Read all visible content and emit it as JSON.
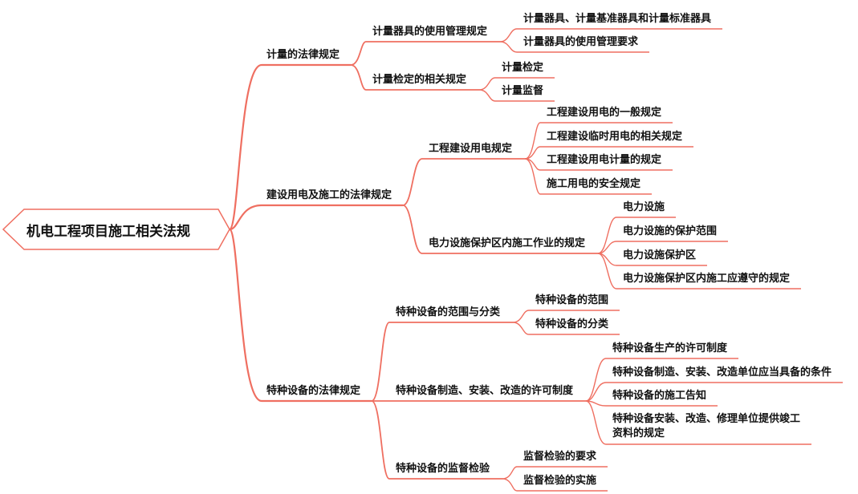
{
  "mindmap": {
    "root": "机电工程项目施工相关法规",
    "line_color": "#ef6f61",
    "branches": [
      {
        "label": "计量的法律规定",
        "children": [
          {
            "label": "计量器具的使用管理规定",
            "children": [
              "计量器具、计量基准器具和计量标准器具",
              "计量器具的使用管理要求"
            ]
          },
          {
            "label": "计量检定的相关规定",
            "children": [
              "计量检定",
              "计量监督"
            ]
          }
        ]
      },
      {
        "label": "建设用电及施工的法律规定",
        "children": [
          {
            "label": "工程建设用电规定",
            "children": [
              "工程建设用电的一般规定",
              "工程建设临时用电的相关规定",
              "工程建设用电计量的规定",
              "施工用电的安全规定"
            ]
          },
          {
            "label": "电力设施保护区内施工作业的规定",
            "children": [
              "电力设施",
              "电力设施的保护范围",
              "电力设施保护区",
              "电力设施保护区内施工应遵守的规定"
            ]
          }
        ]
      },
      {
        "label": "特种设备的法律规定",
        "children": [
          {
            "label": "特种设备的范围与分类",
            "children": [
              "特种设备的范围",
              "特种设备的分类"
            ]
          },
          {
            "label": "特种设备制造、安装、改造的许可制度",
            "children": [
              "特种设备生产的许可制度",
              "特种设备制造、安装、改造单位应当具备的条件",
              "特种设备的施工告知",
              "特种设备安装、改造、修理单位提供竣工\n资料的规定"
            ]
          },
          {
            "label": "特种设备的监督检验",
            "children": [
              "监督检验的要求",
              "监督检验的实施"
            ]
          }
        ]
      }
    ]
  }
}
